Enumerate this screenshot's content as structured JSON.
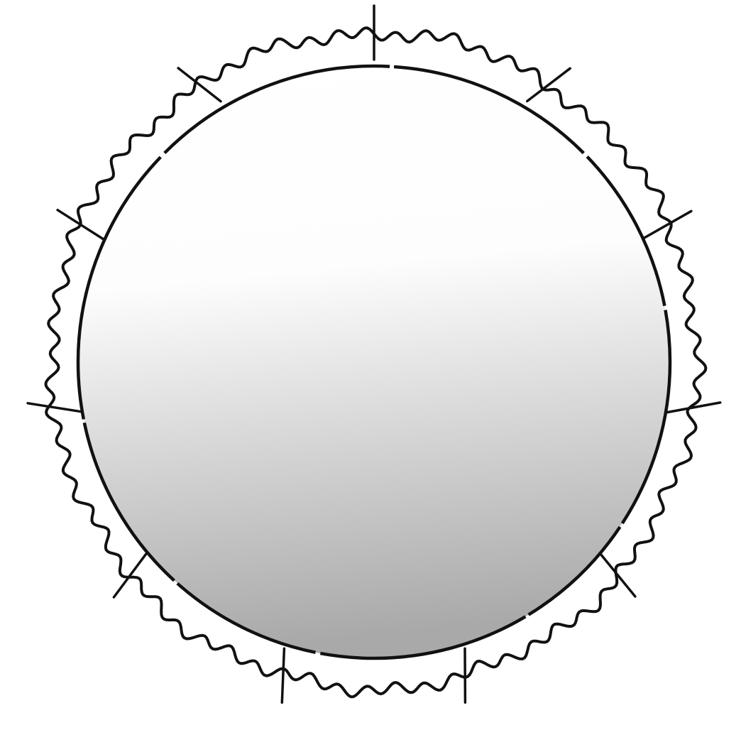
{
  "illustration": {
    "subject": "sphere",
    "outer_boundary": "wavy",
    "tick_mark_count": 11,
    "colors": {
      "background": "#ffffff",
      "ink": "#111111",
      "shade_light": "#ffffff",
      "shade_dark": "#a9a9a9"
    }
  }
}
